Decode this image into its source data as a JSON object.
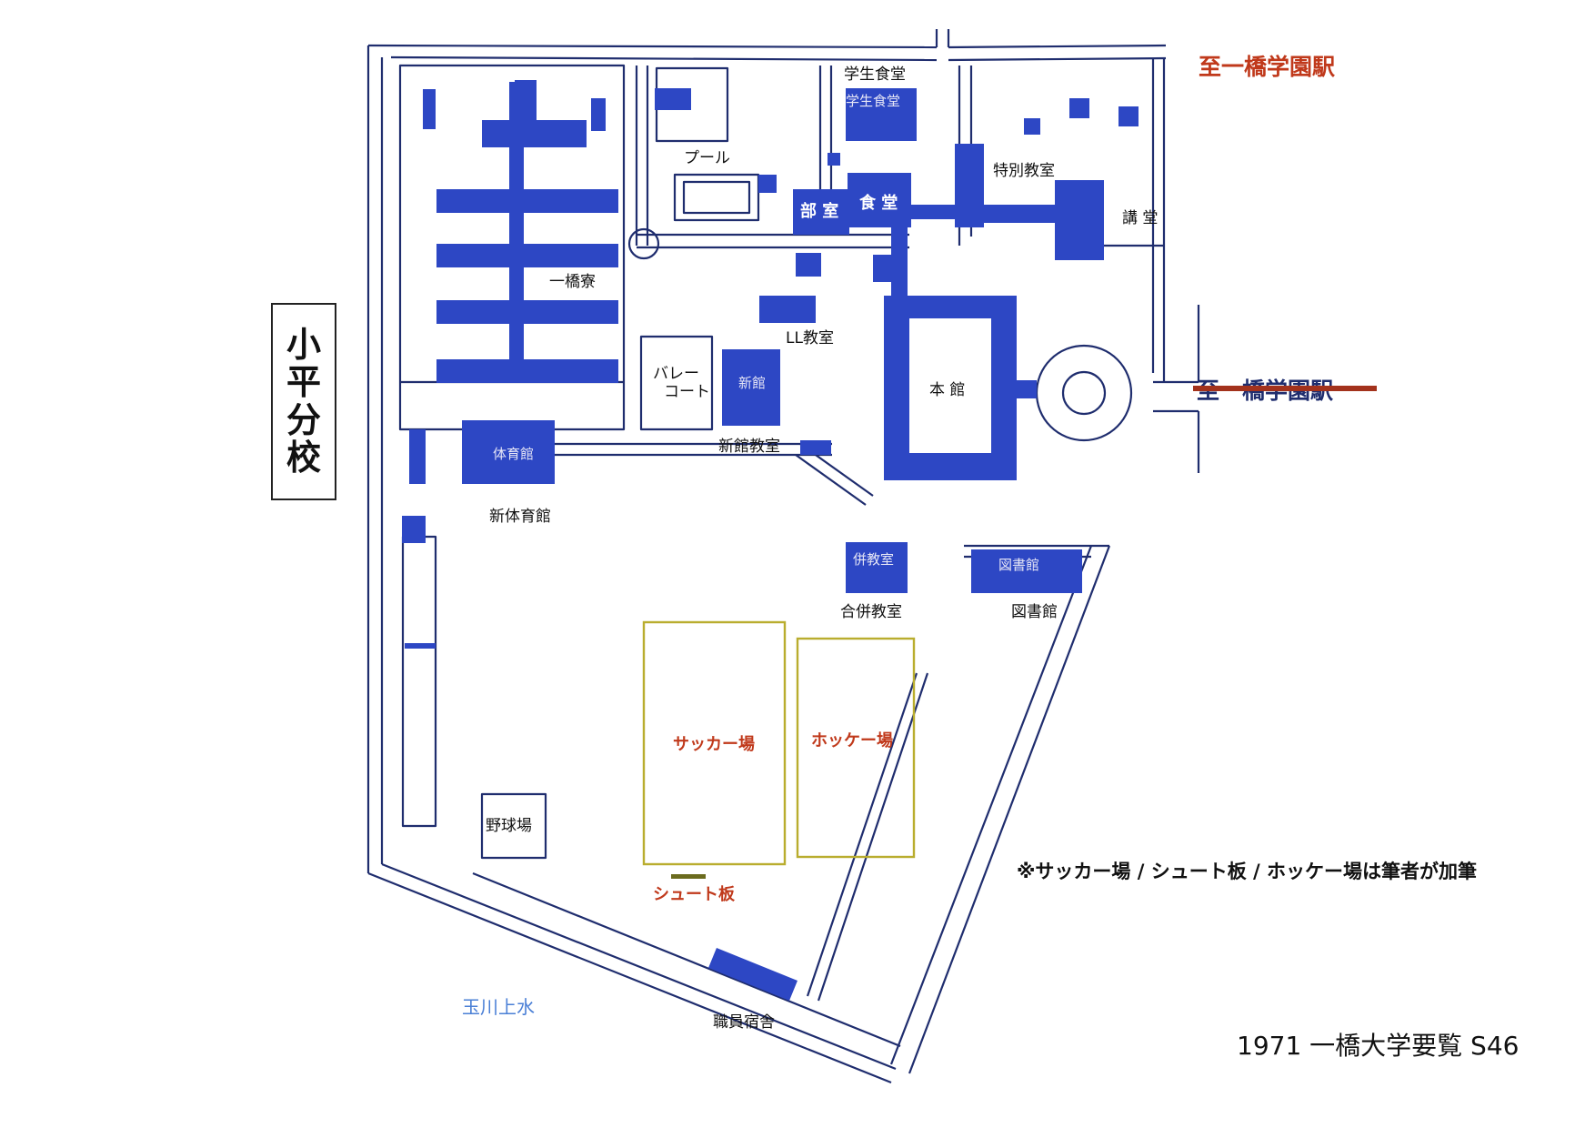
{
  "map": {
    "branch_name_chars": [
      "小",
      "平",
      "分",
      "校"
    ],
    "station_top": "至一橋学園駅",
    "station_east_struck": "至一橋学園駅",
    "labels": {
      "student_cafeteria": "学生食堂",
      "student_cafeteria_inner": "学生食堂",
      "pool": "プール",
      "club_room": "部 室",
      "cafeteria": "食 堂",
      "special_classroom": "特別教室",
      "auditorium": "講 堂",
      "dormitory": "一橋寮",
      "ll_classroom": "LL教室",
      "volleyball_court_1": "バレー",
      "volleyball_court_2": "コート",
      "new_building_inner": "新館",
      "main_building": "本 館",
      "gymnasium_inner": "体育館",
      "new_building_classroom": "新館教室",
      "new_gymnasium": "新体育館",
      "joint_classroom_inner": "併教室",
      "joint_classroom": "合併教室",
      "library_inner": "図書館",
      "library": "図書館",
      "soccer_field": "サッカー場",
      "hockey_field": "ホッケー場",
      "shoot_board": "シュート板",
      "baseball_field": "野球場",
      "tamagawa_aqueduct": "玉川上水",
      "staff_housing": "職員宿舎"
    },
    "note": "※サッカー場 / シュート板 / ホッケー場は筆者が加筆",
    "source": "1971 一橋大学要覧 S46",
    "colors": {
      "building": "#2d47c4",
      "road_line": "#1f2d6e",
      "added_field_outline": "#b9ad2e",
      "shoot_board": "#6b6b1e",
      "added_label_red": "#c0391b",
      "water_label_blue": "#4a7fd6"
    }
  }
}
